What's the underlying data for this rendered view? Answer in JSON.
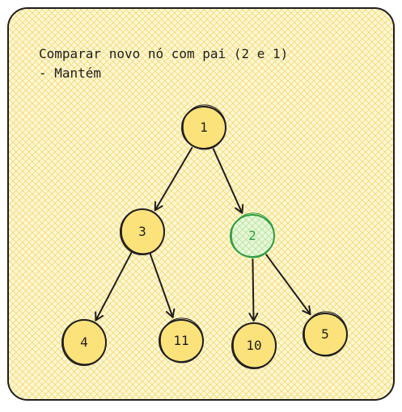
{
  "caption": {
    "line1": "Comparar novo nó com pai (2 e 1)",
    "line2": "- Mantém"
  },
  "colors": {
    "card_fill": "#fff3bf",
    "hatch": "#f5d35c",
    "stroke": "#1e1e1e",
    "highlight_stroke": "#2f9e44",
    "highlight_fill": "#d8f0c2"
  },
  "tree": {
    "nodes": [
      {
        "id": "n1",
        "label": "1",
        "highlight": false
      },
      {
        "id": "n3",
        "label": "3",
        "highlight": false
      },
      {
        "id": "n2",
        "label": "2",
        "highlight": true
      },
      {
        "id": "n4",
        "label": "4",
        "highlight": false
      },
      {
        "id": "n11",
        "label": "11",
        "highlight": false
      },
      {
        "id": "n10",
        "label": "10",
        "highlight": false
      },
      {
        "id": "n5",
        "label": "5",
        "highlight": false
      }
    ],
    "edges": [
      {
        "from": "n1",
        "to": "n3"
      },
      {
        "from": "n1",
        "to": "n2"
      },
      {
        "from": "n3",
        "to": "n4"
      },
      {
        "from": "n3",
        "to": "n11"
      },
      {
        "from": "n2",
        "to": "n10"
      },
      {
        "from": "n2",
        "to": "n5"
      }
    ]
  }
}
